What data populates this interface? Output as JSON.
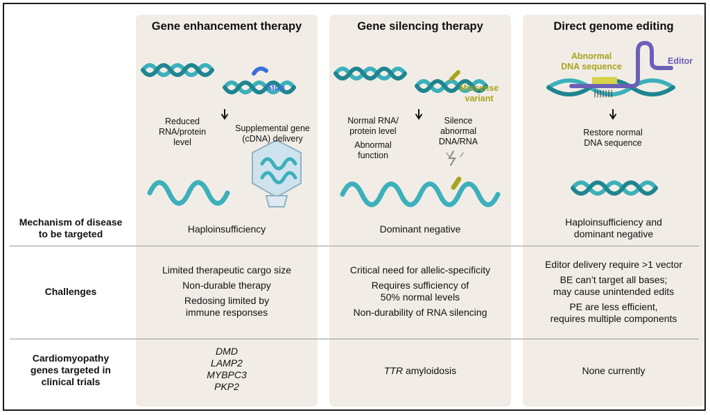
{
  "columns": [
    {
      "title": "Gene enhancement therapy"
    },
    {
      "title": "Gene silencing therapy"
    },
    {
      "title": "Direct genome editing"
    }
  ],
  "illustration": {
    "enhancement": {
      "stop_label": "Stop",
      "reduced": [
        "Reduced",
        "RNA/protein",
        "level"
      ],
      "supplemental": [
        "Supplemental gene",
        "(cDNA) delivery"
      ]
    },
    "silencing": {
      "missense": [
        "Missense",
        "variant"
      ],
      "normal": [
        "Normal RNA/",
        "protein level"
      ],
      "abnormal_function": [
        "Abnormal",
        "function"
      ],
      "silence": [
        "Silence",
        "abnormal",
        "DNA/RNA"
      ]
    },
    "editing": {
      "abnormal_seq": [
        "Abnormal",
        "DNA sequence"
      ],
      "editor": "Editor",
      "restore": [
        "Restore normal",
        "DNA sequence"
      ]
    }
  },
  "rows": [
    {
      "label": [
        "Mechanism of disease",
        "to be targeted"
      ],
      "cells": [
        [
          "Haploinsufficiency"
        ],
        [
          "Dominant negative"
        ],
        [
          "Haploinsufficiency and",
          "dominant negative"
        ]
      ]
    },
    {
      "label": [
        "Challenges"
      ],
      "cells": [
        [
          "Limited therapeutic cargo size",
          "Non-durable therapy",
          "Redosing limited by",
          "immune responses"
        ],
        [
          "Critical need for allelic-specificity",
          "Requires sufficiency of",
          "50% normal levels",
          "Non-durability of RNA silencing"
        ],
        [
          "Editor delivery require >1 vector",
          "BE can’t target all bases;",
          "may cause unintended edits",
          "PE are less efficient,",
          "requires multiple components"
        ]
      ]
    },
    {
      "label": [
        "Cardiomyopathy",
        "genes targeted in",
        "clinical trials"
      ],
      "cells": [
        [
          "DMD",
          "LAMP2",
          "MYBPC3",
          "PKP2"
        ],
        [
          "TTR",
          " amyloidosis"
        ],
        [
          "None currently"
        ]
      ]
    }
  ],
  "colors": {
    "panel": "#f1ede6",
    "helix": "#3cb0bb",
    "helix_dark": "#1f8590",
    "stop": "#3a6fd8",
    "missense": "#a6a51f",
    "editor": "#6b5fb5"
  }
}
